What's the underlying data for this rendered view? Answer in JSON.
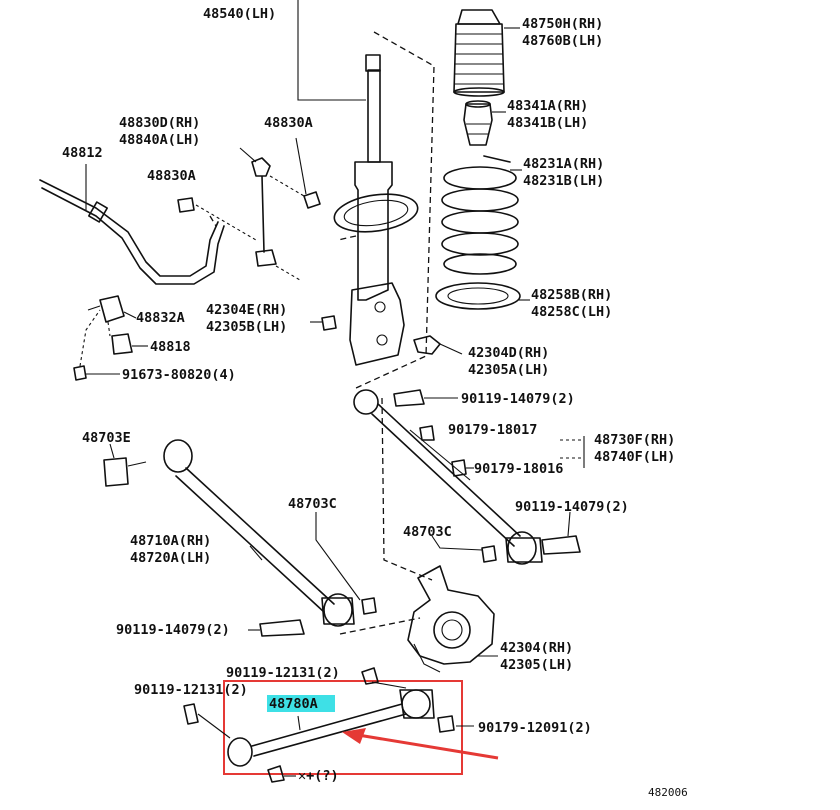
{
  "colors": {
    "highlight": "#3ee0e6",
    "callout_box": "#e53935",
    "arrow": "#e53935",
    "ink": "#111111"
  },
  "labels": {
    "top_48540": "48540(LH)",
    "p48750": "48750H(RH)",
    "p48760": "48760B(LH)",
    "p48341a": "48341A(RH)",
    "p48341b": "48341B(LH)",
    "p48231a": "48231A(RH)",
    "p48231b": "48231B(LH)",
    "p48258b": "48258B(RH)",
    "p48258c": "48258C(LH)",
    "p48830d": "48830D(RH)",
    "p48840a": "48840A(LH)",
    "p48830a_1": "48830A",
    "p48830a_2": "48830A",
    "p48812": "48812",
    "p48832a": "48832A",
    "p48818": "48818",
    "p91673": "91673-80820(4)",
    "p42304e": "42304E(RH)",
    "p42305b": "42305B(LH)",
    "p42304d": "42304D(RH)",
    "p42305a": "42305A(LH)",
    "p90119_14079_a": "90119-14079(2)",
    "p90179_18017": "90179-18017",
    "p48730f": "48730F(RH)",
    "p48740f": "48740F(LH)",
    "p90179_18016": "90179-18016",
    "p48703e": "48703E",
    "p90119_14079_b": "90119-14079(2)",
    "p48703c_1": "48703C",
    "p48703c_2": "48703C",
    "p48710a": "48710A(RH)",
    "p48720a": "48720A(LH)",
    "p90119_14079_c": "90119-14079(2)",
    "p42304": "42304(RH)",
    "p42305": "42305(LH)",
    "p90119_12131_a": "90119-12131(2)",
    "p90119_12131_b": "90119-12131(2)",
    "p48780a": "48780A",
    "p90179_12091": "90179-12091(2)",
    "p_bottom": "✕+(?)",
    "diagram_id": "482006"
  }
}
